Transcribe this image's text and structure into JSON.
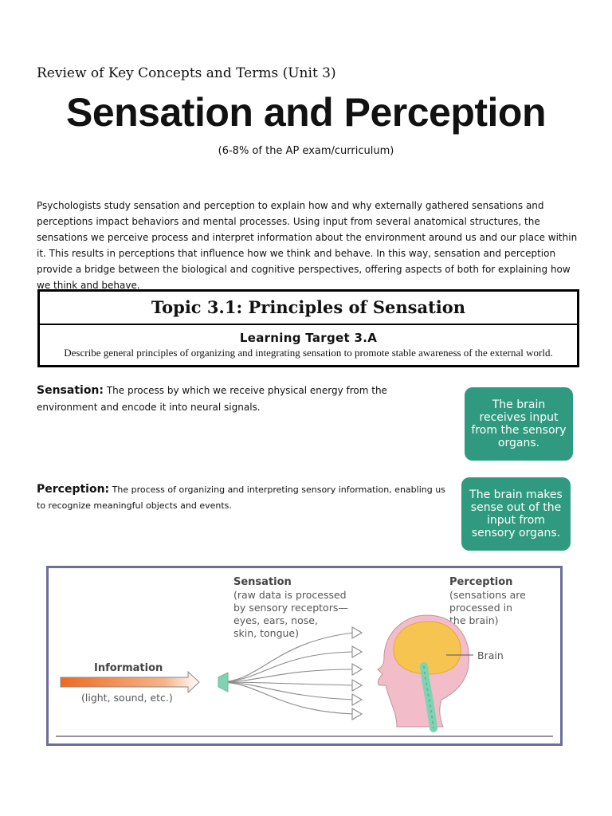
{
  "header": {
    "subtitle": "Review of Key Concepts and Terms (Unit 3)",
    "title": "Sensation and Perception",
    "exam_note": "(6-8% of the AP exam/curriculum)"
  },
  "intro": "Psychologists study sensation and perception to explain how and why externally gathered sensations and perceptions impact behaviors and mental processes. Using input from several anatomical structures, the sensations we perceive process and interpret information about the environment around us and our place within it. This results in perceptions that influence how we think and behave. In this way, sensation and perception provide a bridge between the biological and cognitive perspectives, offering aspects of both for explaining how we think and behave.",
  "topic": {
    "title": "Topic 3.1: Principles of Sensation",
    "target_title": "Learning Target 3.A",
    "target_desc": "Describe general principles of organizing and integrating sensation to promote stable awareness of the external world."
  },
  "terms": [
    {
      "label": "Sensation:",
      "definition": " The process by which we receive physical energy from the environment and encode it into neural signals.",
      "callout": "The brain receives input from the sensory organs."
    },
    {
      "label": "Perception:",
      "definition": " The process of organizing and interpreting sensory information, enabling us to recognize meaningful objects and events.",
      "callout": "The brain makes sense out of the input from sensory organs."
    }
  ],
  "diagram": {
    "information_label": "Information",
    "information_sub": "(light, sound, etc.)",
    "sensation_title": "Sensation",
    "sensation_lines": [
      "(raw data is processed",
      "by sensory receptors—",
      "eyes, ears, nose,",
      "skin, tongue)"
    ],
    "perception_title": "Perception",
    "perception_lines": [
      "(sensations are",
      "processed in",
      "the brain)"
    ],
    "brain_label": "Brain"
  },
  "colors": {
    "callout_green": "#2f9a7f",
    "diagram_frame": "#6a6f9a",
    "brain_yellow": "#f6c451",
    "head_pink": "#f2bcc9",
    "spine_green": "#7fd3b3",
    "arrow_orange": "#ef6a1f"
  }
}
